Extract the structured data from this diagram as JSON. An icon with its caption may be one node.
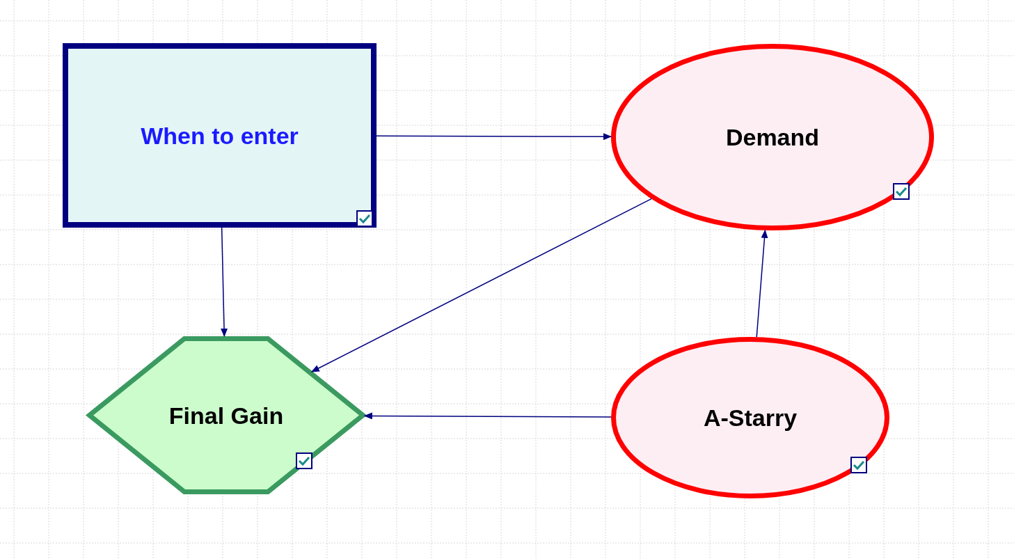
{
  "diagram": {
    "nodes": [
      {
        "text": [
          "When to enter"
        ]
      },
      {
        "text": [
          "Demand"
        ]
      },
      {
        "text": [
          "Final Gain"
        ]
      },
      {
        "text": [
          "A-Starry"
        ]
      }
    ],
    "edges": [
      {
        "from": 0,
        "to": 1,
        "arrow": "to"
      },
      {
        "from": 0,
        "to": 2,
        "arrow": "to"
      },
      {
        "from": 1,
        "to": 2,
        "arrow": "to"
      },
      {
        "from": 3,
        "to": 1,
        "arrow": "to"
      },
      {
        "from": 3,
        "to": 2,
        "arrow": "to"
      }
    ]
  }
}
